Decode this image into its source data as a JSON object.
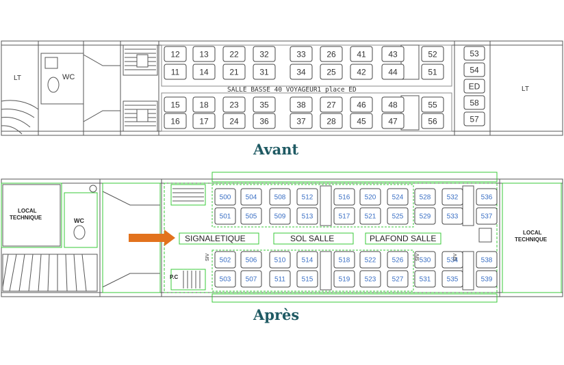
{
  "before": {
    "caption": "Avant",
    "lt_left": "LT",
    "wc": "WC",
    "lt_right": "LT",
    "salle_text": "SALLE BASSE 40 VOYAGEUR1 place ED",
    "seats_top_row1": [
      "12",
      "13",
      "22",
      "32",
      "33",
      "26",
      "41",
      "43",
      "52"
    ],
    "seats_top_row2": [
      "11",
      "14",
      "21",
      "31",
      "34",
      "25",
      "42",
      "44",
      "51"
    ],
    "seats_bot_row1": [
      "15",
      "18",
      "23",
      "35",
      "38",
      "27",
      "46",
      "48",
      "55"
    ],
    "seats_bot_row2": [
      "16",
      "17",
      "24",
      "36",
      "37",
      "28",
      "45",
      "47",
      "56"
    ],
    "seats_end": [
      "53",
      "54",
      "ED",
      "58",
      "57"
    ]
  },
  "after": {
    "caption": "Après",
    "local_left": [
      "LOCAL",
      "TECHNIQUE"
    ],
    "wc": "WC",
    "pc": "P.C",
    "siv": "SIV",
    "labels": {
      "signaletique": "SIGNALETIQUE",
      "sol": "SOL SALLE",
      "plafond": "PLAFOND SALLE"
    },
    "local_right": [
      "LOCAL",
      "TECHNIQUE"
    ],
    "seats_top_row1": [
      "500",
      "504",
      "508",
      "512",
      "516",
      "520",
      "524",
      "528",
      "532",
      "536"
    ],
    "seats_top_row2": [
      "501",
      "505",
      "509",
      "513",
      "517",
      "521",
      "525",
      "529",
      "533",
      "537"
    ],
    "seats_bot_row1": [
      "502",
      "506",
      "510",
      "514",
      "518",
      "522",
      "526",
      "530",
      "534",
      "538"
    ],
    "seats_bot_row2": [
      "503",
      "507",
      "511",
      "515",
      "519",
      "523",
      "527",
      "531",
      "535",
      "539"
    ]
  },
  "colors": {
    "line": "#4d4d4d",
    "seat_number_after": "#3a6fc4",
    "outline_green": "#37c837",
    "arrow": "#e2721d",
    "caption": "#1f5a63"
  }
}
